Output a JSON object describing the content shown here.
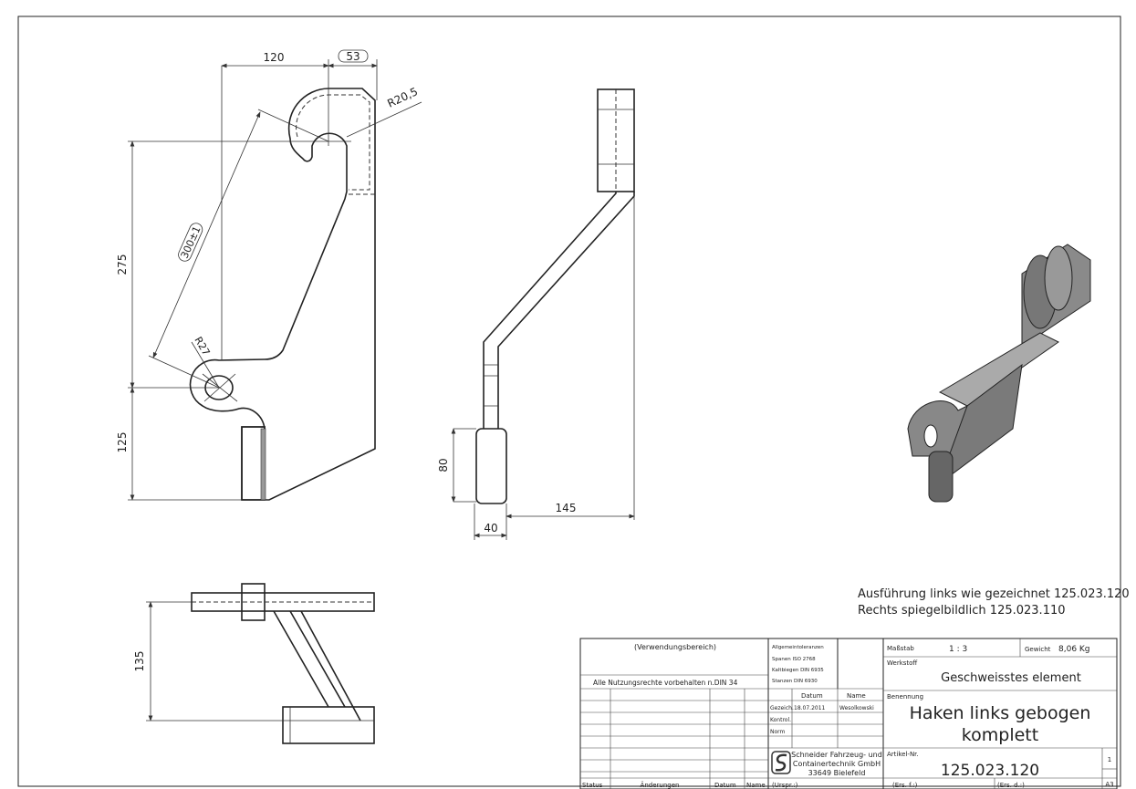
{
  "drawing": {
    "front_view_dims": {
      "width_120": "120",
      "offset_53": "53",
      "radius_top": "R20,5",
      "radius_boss": "R27",
      "diagonal": "300±1",
      "height_275": "275",
      "height_125": "125"
    },
    "side_view_dims": {
      "height_80": "80",
      "width_40": "40",
      "offset_145": "145"
    },
    "top_view_dims": {
      "height_135": "135"
    }
  },
  "notes": {
    "line1": "Ausführung links wie gezeichnet 125.023.120",
    "line2": "Rechts spiegelbildlich 125.023.110"
  },
  "title_block": {
    "usage_area": "(Verwendungsbereich)",
    "rights": "Alle Nutzungsrechte  vorbehalten n.DIN 34",
    "tolerances": [
      "Allgemeintoleranzen",
      "Spanen ISO 2768",
      "Kaltbiegen DIN 6935",
      "Stanzen DIN 6930"
    ],
    "col_datum": "Datum",
    "col_name": "Name",
    "row_drawn": "Gezeich.",
    "drawn_date": "18.07.2011",
    "drawn_name": "Wesolkowski",
    "row_checked": "Kontrol.",
    "row_norm": "Norm",
    "company": [
      "Schneider Fahrzeug- und",
      "Containertechnik GmbH",
      "33649 Bielefeld"
    ],
    "footer": {
      "status": "Status",
      "changes": "Änderungen",
      "date": "Datum",
      "name": "Name",
      "orig": "(Urspr.:)",
      "replaces": "(Ers. f.:)",
      "replaced_by": "(Ers. d.:)"
    },
    "scale_label": "Maßstab",
    "scale": "1 : 3",
    "weight_label": "Gewicht",
    "weight": "8,06 Kg",
    "material_label": "Werkstoff",
    "material": "Geschweisstes element",
    "name_label": "Benennung",
    "name_line1": "Haken links gebogen",
    "name_line2": "komplett",
    "article_label": "Artikel-Nr.",
    "article": "125.023.120",
    "sheet": "1",
    "format": "A3"
  }
}
